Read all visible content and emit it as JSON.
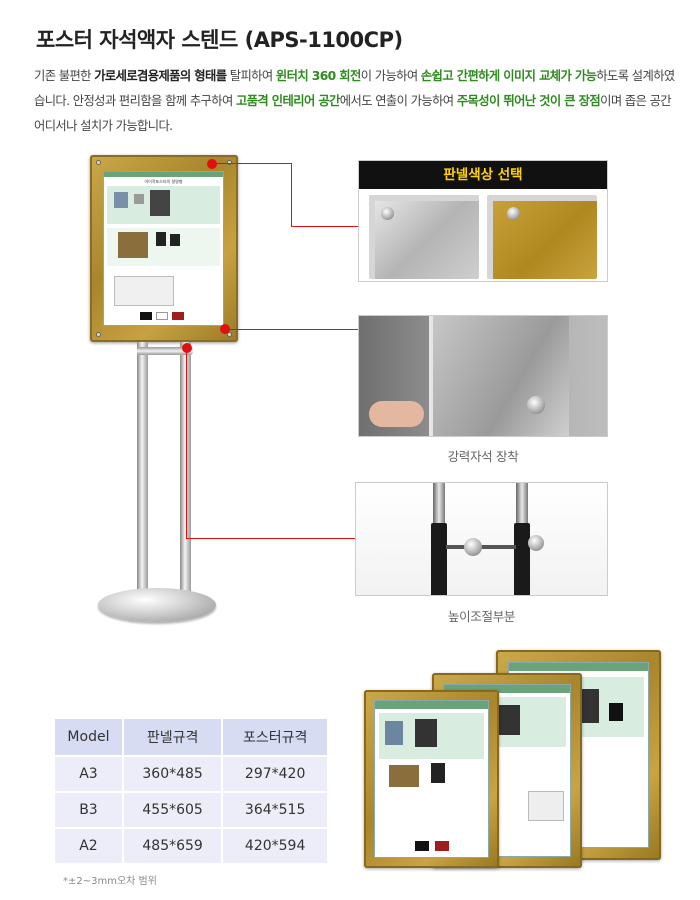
{
  "title": "포스터 자석액자 스텐드 (APS-1100CP)",
  "intro": {
    "t1": "기존 불편한 ",
    "t2": "가로세로겸용제품의 형태를",
    "t3": "  탈피하여 ",
    "t4": "윈터치 360 회전",
    "t5": "이 가능하여 ",
    "t6": "손쉽고 간편하게 이미지 교체가 가능",
    "t7": "하도록 설계하였습니다. 안정성과 편리함을 함께 추구하여 ",
    "t8": "고품격 인테리어 공간",
    "t9": "에서도 연출이 가능하여 ",
    "t10": "주목성이 뛰어난 것이 큰 장점",
    "t11": "이며  좁은 공간 어디서나 설치가 가능합니다."
  },
  "panel_color_label": "판넬색상 선택",
  "captions": {
    "magnet": "강력자석 장착",
    "height": "높이조절부분"
  },
  "poster_heading": "아이작포스터의 설명형",
  "spec_table": {
    "headers": [
      "Model",
      "판넬규격",
      "포스터규격"
    ],
    "rows": [
      [
        "A3",
        "360*485",
        "297*420"
      ],
      [
        "B3",
        "455*605",
        "364*515"
      ],
      [
        "A2",
        "485*659",
        "420*594"
      ]
    ]
  },
  "tolerance_note": "*±2~3mm오차 범위",
  "colors": {
    "accent_green": "#2e8b1e",
    "marker_red": "#e01010",
    "label_yellow": "#ffd200",
    "table_header": "#d7dcf3",
    "table_cell": "#ecedf8",
    "frame_gold": "#b08820"
  }
}
